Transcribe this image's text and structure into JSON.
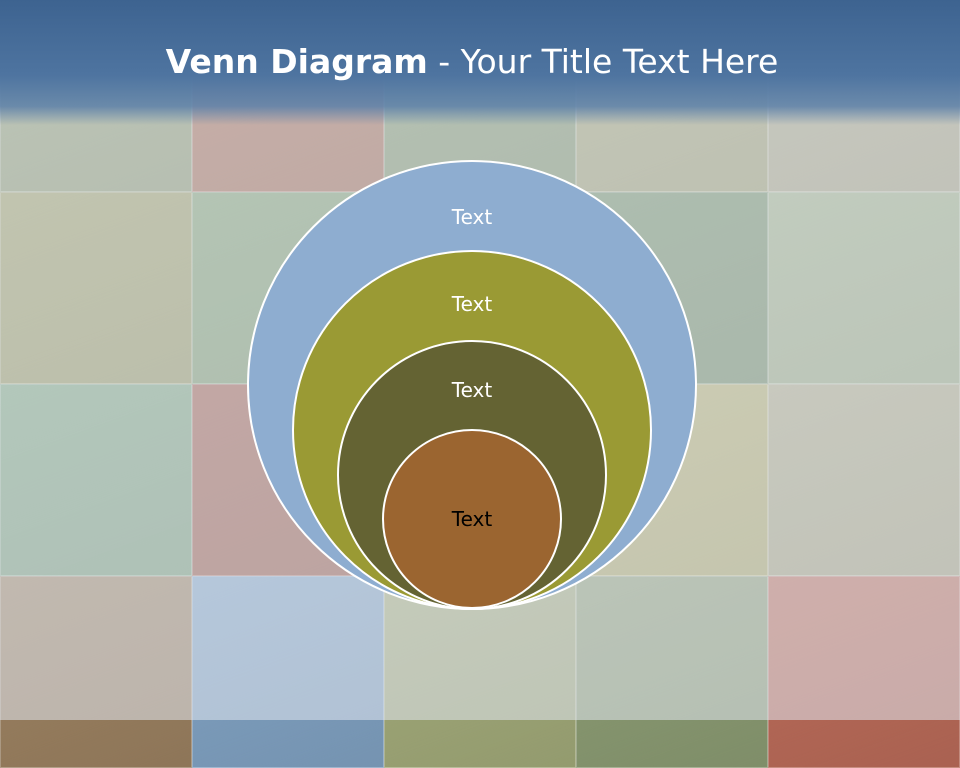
{
  "slide": {
    "title_bold": "Venn Diagram",
    "title_rest": " - Your Title Text Here"
  },
  "diagram": {
    "circles": [
      {
        "label": "Text",
        "fill": "#8eadd0",
        "text_color": "#ffffff"
      },
      {
        "label": "Text",
        "fill": "#9a9a34",
        "text_color": "#ffffff"
      },
      {
        "label": "Text",
        "fill": "#646333",
        "text_color": "#ffffff"
      },
      {
        "label": "Text",
        "fill": "#9b6530",
        "text_color": "#000000"
      }
    ],
    "outline_color": "#ffffff"
  },
  "background": {
    "tile_colors": [
      "#8e9a6e",
      "#a66a50",
      "#7f9468",
      "#a0a070",
      "#a8a482",
      "#9a9a60",
      "#7c9a6a",
      "#9c6a5a",
      "#6e8a60",
      "#9aaa80",
      "#7aa07a",
      "#9c5a48",
      "#8aa0b8",
      "#b0aa68",
      "#a8a480",
      "#9a8060",
      "#7fa0c0",
      "#a0a878",
      "#8a9a72",
      "#b86a58"
    ]
  }
}
